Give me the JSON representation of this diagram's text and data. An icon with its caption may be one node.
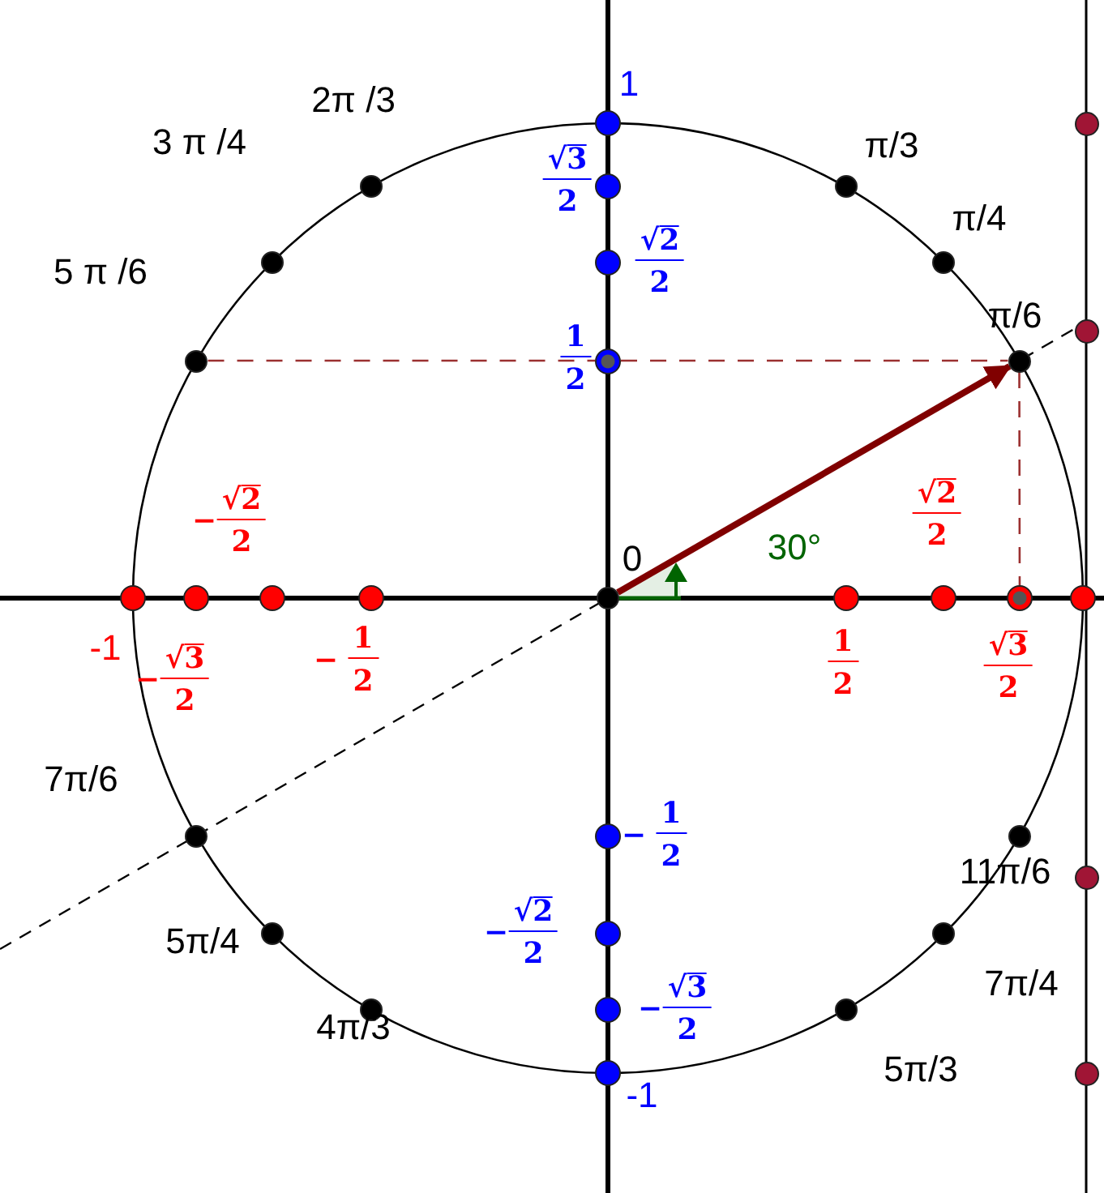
{
  "diagram": {
    "nodes": [
      {
        "text": [],
        "shape": "circle",
        "beside": [
          "0"
        ]
      },
      {
        "text": [],
        "shape": "circle",
        "beside": [
          "π/6"
        ]
      },
      {
        "text": [],
        "shape": "circle",
        "beside": [
          "π/4"
        ]
      },
      {
        "text": [],
        "shape": "circle",
        "beside": [
          "π/3"
        ]
      },
      {
        "text": [],
        "shape": "circle",
        "beside": [
          "2π /3"
        ]
      },
      {
        "text": [],
        "shape": "circle",
        "beside": [
          "3 π /4"
        ]
      },
      {
        "text": [],
        "shape": "circle",
        "beside": [
          "5 π /6"
        ]
      },
      {
        "text": [],
        "shape": "circle",
        "beside": [
          "7π/6"
        ]
      },
      {
        "text": [],
        "shape": "circle",
        "beside": [
          "5π/4"
        ]
      },
      {
        "text": [],
        "shape": "circle",
        "beside": [
          "4π/3"
        ]
      },
      {
        "text": [],
        "shape": "circle",
        "beside": [
          "5π/3"
        ]
      },
      {
        "text": [],
        "shape": "circle",
        "beside": [
          "7π/4"
        ]
      },
      {
        "text": [],
        "shape": "circle",
        "beside": [
          "11π/6"
        ]
      },
      {
        "text": [],
        "shape": "circle",
        "beside": [
          "-1"
        ]
      },
      {
        "text": [],
        "shape": "circle",
        "beside": [
          "−",
          "√3",
          "2"
        ]
      },
      {
        "text": [],
        "shape": "circle",
        "beside": [
          "−",
          "√2",
          "2"
        ]
      },
      {
        "text": [],
        "shape": "circle",
        "beside": [
          "−",
          "1",
          "2"
        ]
      },
      {
        "text": [],
        "shape": "circle",
        "beside": [
          "1",
          "2"
        ]
      },
      {
        "text": [],
        "shape": "circle",
        "beside": [
          "√2",
          "2"
        ]
      },
      {
        "text": [],
        "shape": "circle",
        "beside": [
          "√3",
          "2"
        ]
      },
      {
        "text": [],
        "shape": "circle"
      },
      {
        "text": [],
        "shape": "circle",
        "beside": [
          "1"
        ]
      },
      {
        "text": [],
        "shape": "circle",
        "beside": [
          "√3",
          "2"
        ]
      },
      {
        "text": [],
        "shape": "circle",
        "beside": [
          "√2",
          "2"
        ]
      },
      {
        "text": [],
        "shape": "circle",
        "beside": [
          "1",
          "2"
        ]
      },
      {
        "text": [],
        "shape": "circle",
        "beside": [
          "−",
          "1",
          "2"
        ]
      },
      {
        "text": [],
        "shape": "circle",
        "beside": [
          "−",
          "√2",
          "2"
        ]
      },
      {
        "text": [],
        "shape": "circle",
        "beside": [
          "−",
          "√3",
          "2"
        ]
      },
      {
        "text": [],
        "shape": "circle",
        "beside": [
          "-1"
        ]
      },
      {
        "text": [],
        "shape": "circle"
      },
      {
        "text": [],
        "shape": "circle"
      },
      {
        "text": [],
        "shape": "circle"
      },
      {
        "text": [],
        "shape": "circle"
      }
    ],
    "edges": [
      {
        "from": 0,
        "to": 1,
        "arrow": "to",
        "style": "thick",
        "color": "#800000"
      },
      {
        "from": 6,
        "to": 24,
        "arrow": "none",
        "style": "dashed",
        "color": "#9b3030"
      },
      {
        "from": 24,
        "to": 1,
        "arrow": "none",
        "style": "dashed",
        "color": "#9b3030"
      },
      {
        "from": 1,
        "to": 19,
        "arrow": "none",
        "style": "dashed",
        "color": "#9b3030"
      }
    ],
    "labels": [
      "30°"
    ]
  }
}
